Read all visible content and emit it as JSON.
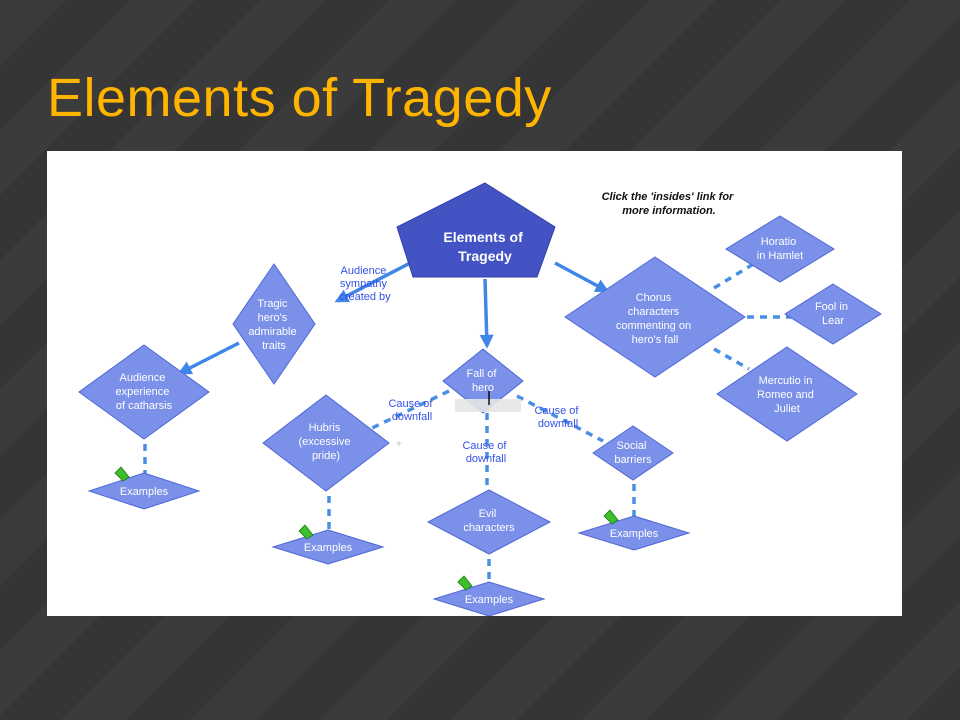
{
  "slide": {
    "title": "Elements of Tragedy"
  },
  "diagram": {
    "note": [
      "Click the 'insides' link for",
      "more information."
    ],
    "root": [
      "Elements of",
      "Tragedy"
    ],
    "nodes": {
      "traits": [
        "Tragic",
        "hero's",
        "admirable",
        "traits"
      ],
      "catharsis": [
        "Audience",
        "experience",
        "of catharsis"
      ],
      "fall": [
        "Fall of",
        "hero"
      ],
      "hubris": [
        "Hubris",
        "(excessive",
        "pride)"
      ],
      "evil": [
        "Evil",
        "characters"
      ],
      "social": [
        "Social",
        "barriers"
      ],
      "chorus": [
        "Chorus",
        "characters",
        "commenting on",
        "hero's fall"
      ],
      "horatio": [
        "Horatio",
        "in Hamlet"
      ],
      "fool": [
        "Fool in",
        "Lear"
      ],
      "mercutio": [
        "Mercutio in",
        "Romeo and",
        "Juliet"
      ]
    },
    "examples_label": "Examples",
    "links": {
      "sympathy": [
        "Audience",
        "sympathy",
        "created by"
      ],
      "cause_left": [
        "Cause of",
        "downfall"
      ],
      "cause_center": [
        "Cause of",
        "downfall"
      ],
      "cause_right": [
        "Cause of",
        "downfall"
      ]
    },
    "icons": {
      "insides": "pencil-link-icon",
      "count": 4
    }
  }
}
